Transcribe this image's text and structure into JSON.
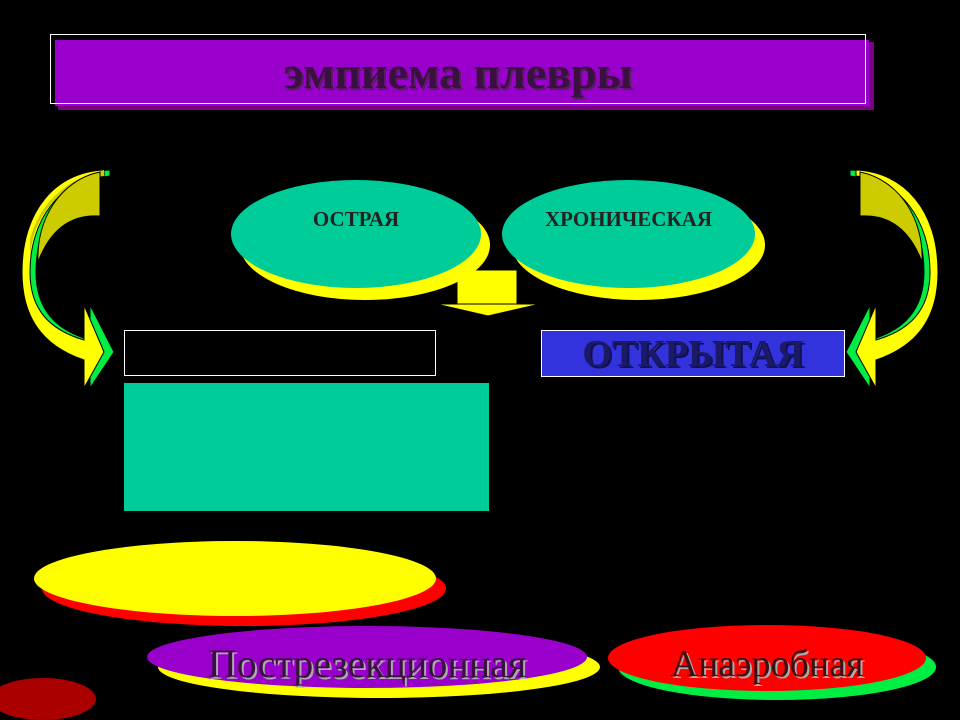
{
  "title": "эмпиема плевры",
  "types": {
    "acute": "ОСТРАЯ",
    "chronic": "ХРОНИЧЕСКАЯ"
  },
  "open_label": "ОТКРЫТАЯ",
  "bottom": {
    "postresection": "Пострезекционная",
    "anaerobic": "Анаэробная"
  },
  "colors": {
    "background": "#000000",
    "title_box": "#9900cc",
    "teal": "#00cc99",
    "yellow": "#ffff00",
    "green": "#00ee44",
    "blue": "#3333dd",
    "red": "#ff0000"
  }
}
